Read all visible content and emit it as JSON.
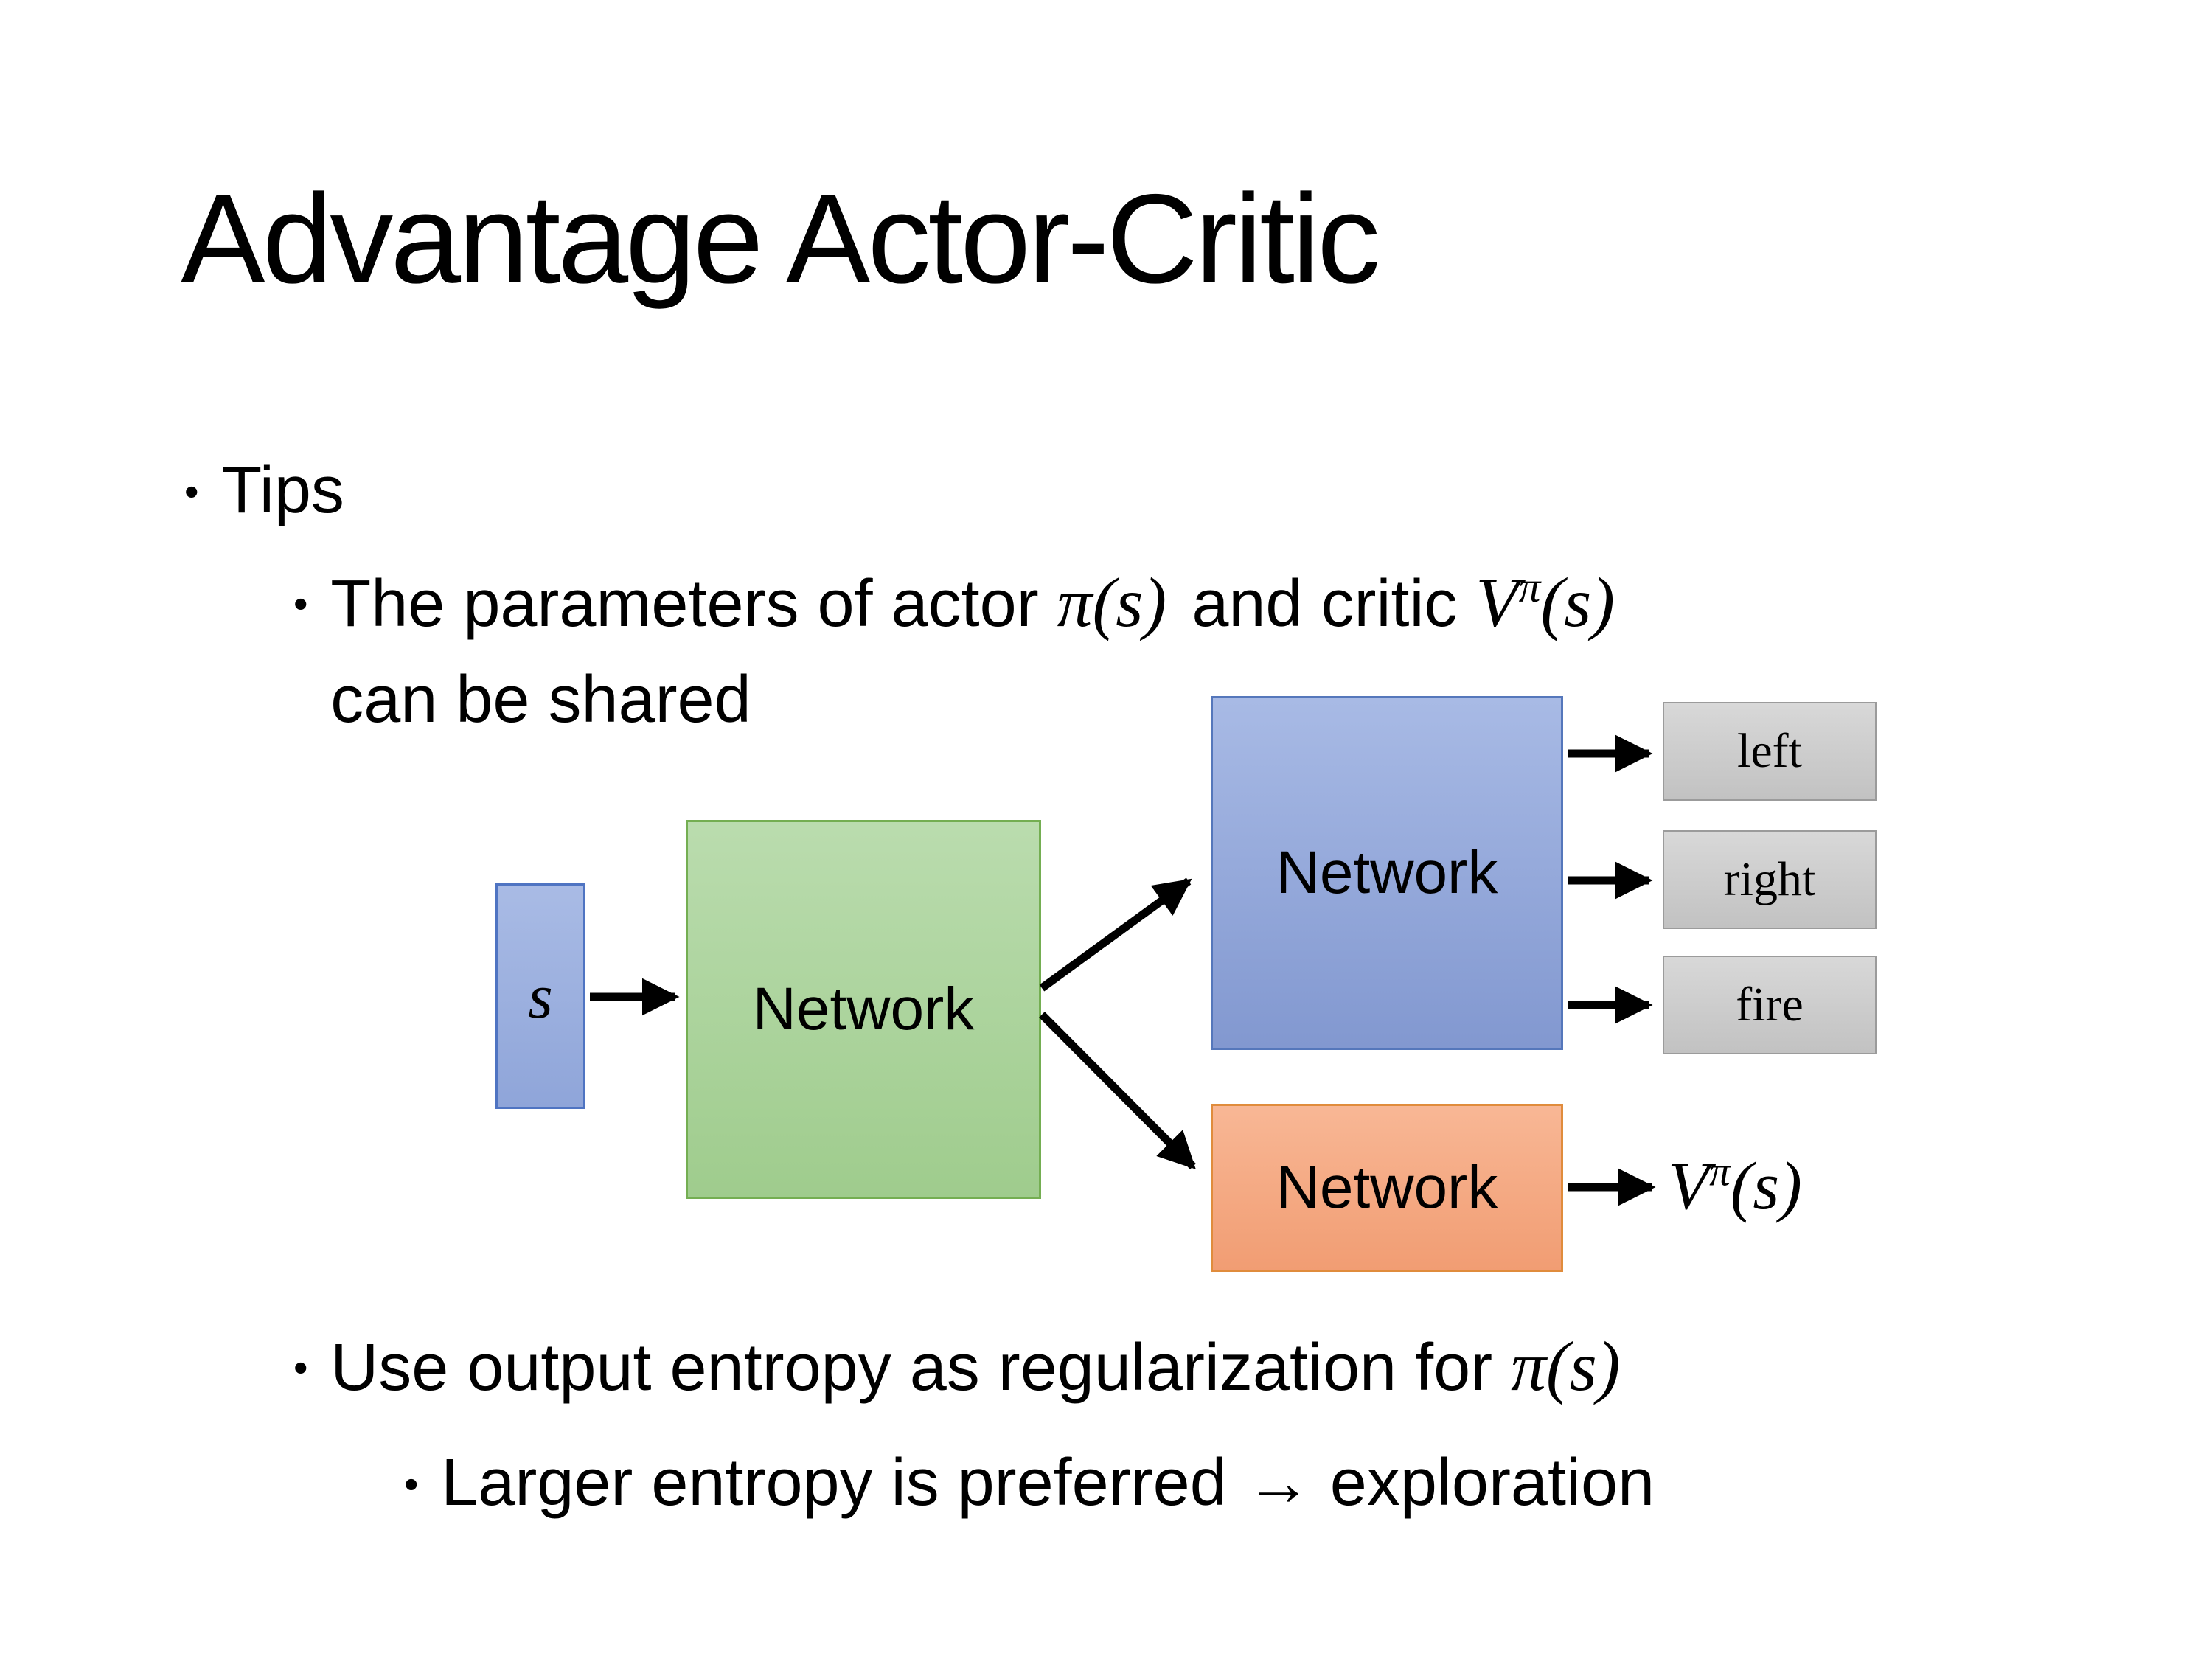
{
  "slide": {
    "title": "Advantage Actor-Critic",
    "bullet_glyph": "•",
    "bullets": {
      "tips": "Tips",
      "b2_pre": "The parameters of actor ",
      "b2_m1": "π(s)",
      "b2_mid": "and critic ",
      "b2_V": "V",
      "b2_sup": "π",
      "b2_post": "(s)",
      "b2_line2": "can be shared",
      "b3_pre": "Use output entropy as regularization for ",
      "b3_m": "π(s)",
      "b4": "Larger entropy is preferred → exploration"
    },
    "diagram": {
      "input_label": "s",
      "shared_network_label": "Network",
      "actor_network_label": "Network",
      "critic_network_label": "Network",
      "actions": [
        "left",
        "right",
        "fire"
      ],
      "value_V": "V",
      "value_sup": "π",
      "value_post": "(s)"
    },
    "colors": {
      "background": "#ffffff",
      "text": "#000000",
      "input_fill": "#9fb2e0",
      "input_border": "#4f74c2",
      "shared_fill": "#a9d18e",
      "shared_border": "#74ae52",
      "actor_fill": "#9db3e0",
      "actor_border": "#5577bb",
      "critic_fill": "#f5a67f",
      "critic_border": "#e08c3c",
      "action_fill": "#cfcfcf",
      "action_border": "#9b9b9b",
      "arrow": "#000000"
    }
  }
}
